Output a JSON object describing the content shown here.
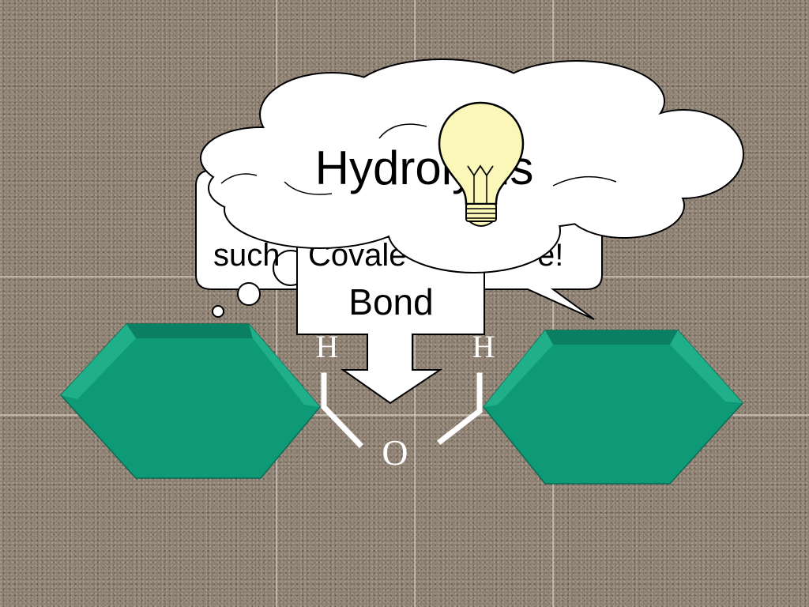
{
  "colors": {
    "grid_line": "#d9d4cc",
    "hex_face": "#0e9a77",
    "hex_top": "#0a7f61",
    "hex_side": "#1fb08a",
    "hex_stroke": "#0b6b53",
    "bubble_fill": "#ffffff",
    "bubble_stroke": "#000000",
    "bulb_glass": "#fbf7b8",
    "bulb_base": "#fbf7b8",
    "bond_line": "#ffffff"
  },
  "thought_bubble": {
    "text_left": "such",
    "text_middle": "Covale",
    "text_right": "e!"
  },
  "arrow": {
    "label": "Bond"
  },
  "cloud": {
    "title": "Hydrolysis",
    "icon": "lightbulb-icon"
  },
  "molecule": {
    "left_h": "H",
    "right_h": "H",
    "oxygen": "O"
  }
}
